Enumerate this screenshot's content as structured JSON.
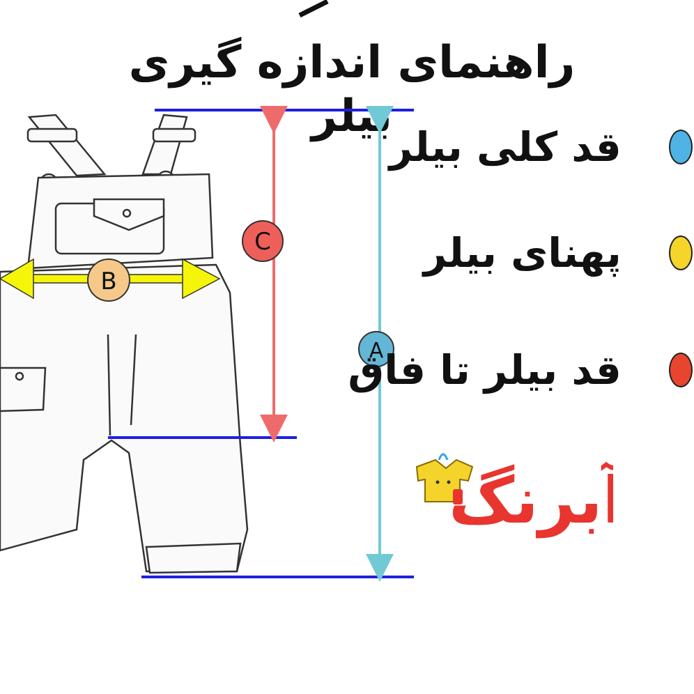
{
  "title": "راهنمای اندازه گیری بیلر",
  "labels": {
    "a": "A",
    "b": "B",
    "c": "C"
  },
  "legend": [
    {
      "text": "قد کلی بیلر",
      "color": "#4fb3e6"
    },
    {
      "text": "پهنای بیلر",
      "color": "#f5d52a"
    },
    {
      "text": "قد بیلر تا فاق",
      "color": "#e8452f"
    }
  ],
  "brand": {
    "name": "آبرنگ",
    "letters": [
      "آ",
      "ب",
      "ر",
      "ن",
      "گ"
    ],
    "letter_colors": [
      "#3aa0e8",
      "#f4a62a",
      "#e8352f",
      "#36b24a",
      "#f2c12a"
    ]
  },
  "colors": {
    "line": "#1f1fe0",
    "arrow_a": "#72c9d6",
    "arrow_c": "#ef6b6b",
    "arrow_b": "#f5f50a",
    "circle_a": "#63b6d6",
    "circle_b": "#f6c98a",
    "circle_c": "#ef5f5a"
  }
}
